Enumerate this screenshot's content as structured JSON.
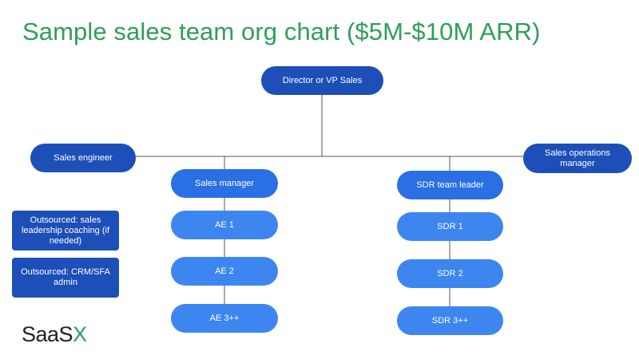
{
  "title": "Sample sales team org chart ($5M-$10M ARR)",
  "nodes": {
    "director": "Director or VP Sales",
    "sales_engineer": "Sales engineer",
    "sales_ops": "Sales operations manager",
    "sales_manager": "Sales manager",
    "sdr_leader": "SDR team leader",
    "ae1": "AE 1",
    "ae2": "AE 2",
    "ae3": "AE 3++",
    "sdr1": "SDR 1",
    "sdr2": "SDR 2",
    "sdr3": "SDR 3++"
  },
  "outsourced": {
    "coaching": "Outsourced: sales leadership coaching (if needed)",
    "crm": "Outsourced: CRM/SFA admin"
  },
  "logo": {
    "saas": "SaaS",
    "x": "X"
  },
  "colors": {
    "title": "#2e9e5b",
    "director": "#1d4fb8",
    "managers": "#2a6fe3",
    "reports": "#3d86f0",
    "lines": "#555555"
  }
}
